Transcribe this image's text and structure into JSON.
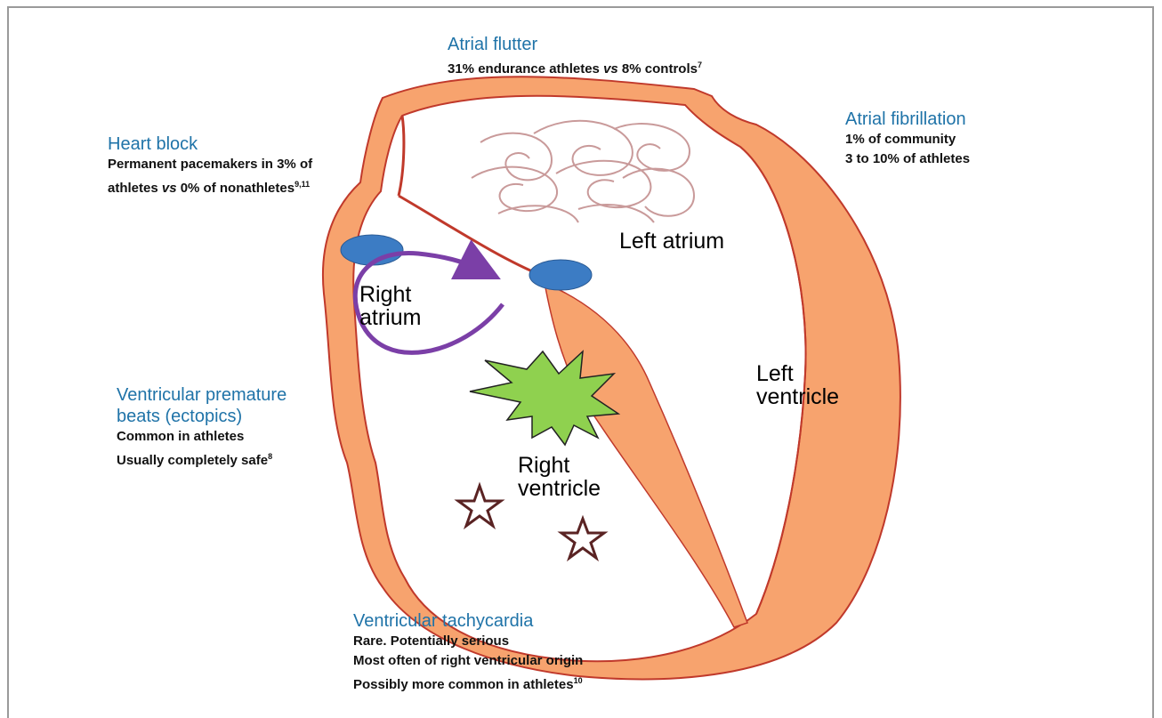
{
  "chambers": {
    "left_atrium": "Left atrium",
    "right_atrium": [
      "Right",
      "atrium"
    ],
    "left_ventricle": [
      "Left",
      "ventricle"
    ],
    "right_ventricle": [
      "Right",
      "ventricle"
    ]
  },
  "annotations": {
    "atrial_flutter": {
      "title": "Atrial flutter",
      "l1_a": "31% endurance athletes ",
      "l1_vs": "vs",
      "l1_b": " 8% controls",
      "l1_ref": "7"
    },
    "atrial_fibrillation": {
      "title": "Atrial fibrillation",
      "l1": "1% of community",
      "l2": "3 to 10% of athletes"
    },
    "heart_block": {
      "title": "Heart block",
      "l1": "Permanent pacemakers in 3% of",
      "l2_a": "athletes ",
      "l2_vs": "vs",
      "l2_b": " 0% of nonathletes",
      "l2_ref": "9,11"
    },
    "ventricular_premature": {
      "title_1": "Ventricular premature",
      "title_2": "beats (ectopics)",
      "l1": "Common in athletes",
      "l2": "Usually completely safe",
      "l2_ref": "8"
    },
    "ventricular_tachycardia": {
      "title": "Ventricular tachycardia",
      "l1": "Rare. Potentially serious",
      "l2": "Most often of right ventricular origin",
      "l3": "Possibly more common in athletes",
      "l3_ref": "10"
    }
  },
  "colors": {
    "title_blue": "#1f73a8",
    "wall_orange": "#f7a36e",
    "wall_outline": "#c0392b",
    "node_blue": "#3c7cc4",
    "arrow_purple": "#7b3fa7",
    "burst_green": "#8fd14f",
    "star_outline": "#5a2323",
    "flutter_spiral": "#c99a9a"
  }
}
